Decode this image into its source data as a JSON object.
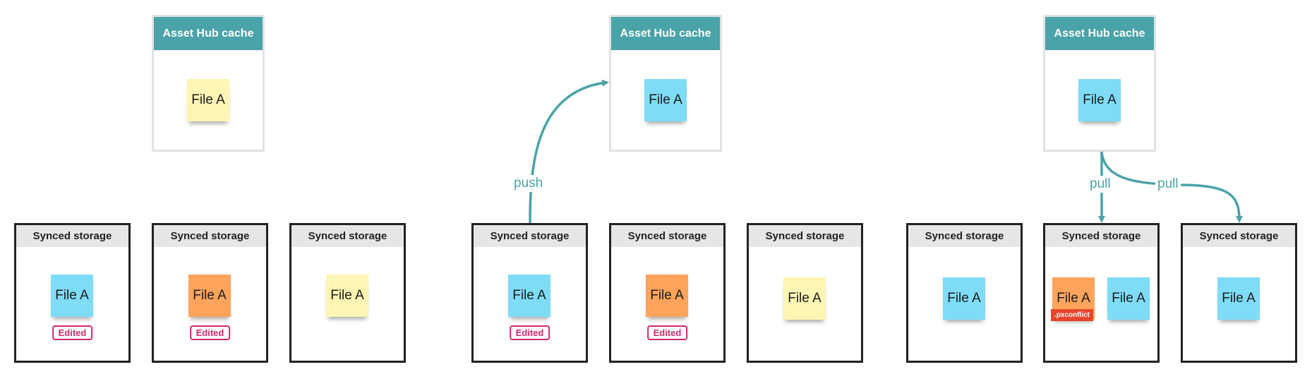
{
  "hubs": [
    {
      "header": "Asset Hub cache",
      "file": "File A"
    },
    {
      "header": "Asset Hub cache",
      "file": "File A"
    },
    {
      "header": "Asset Hub cache",
      "file": "File A"
    }
  ],
  "storages": [
    {
      "header": "Synced storage",
      "file": "File A",
      "badge": "Edited"
    },
    {
      "header": "Synced storage",
      "file": "File A",
      "badge": "Edited"
    },
    {
      "header": "Synced storage",
      "file": "File A"
    },
    {
      "header": "Synced storage",
      "file": "File A",
      "badge": "Edited"
    },
    {
      "header": "Synced storage",
      "file": "File A",
      "badge": "Edited"
    },
    {
      "header": "Synced storage",
      "file": "File A"
    },
    {
      "header": "Synced storage",
      "file": "File A"
    },
    {
      "header": "Synced storage",
      "file": "File A",
      "file2": "File A",
      "conflict": ".pxconflict"
    },
    {
      "header": "Synced storage",
      "file": "File A"
    }
  ],
  "arrows": {
    "push": "push",
    "pull_1": "pull",
    "pull_2": "pull"
  },
  "colors": {
    "yellow": "#fdf5b3",
    "blue": "#7fdcf7",
    "orange": "#fea45c",
    "teal": "#4aa3a8",
    "edited": "#d0286f",
    "conflict": "#e8452c"
  }
}
